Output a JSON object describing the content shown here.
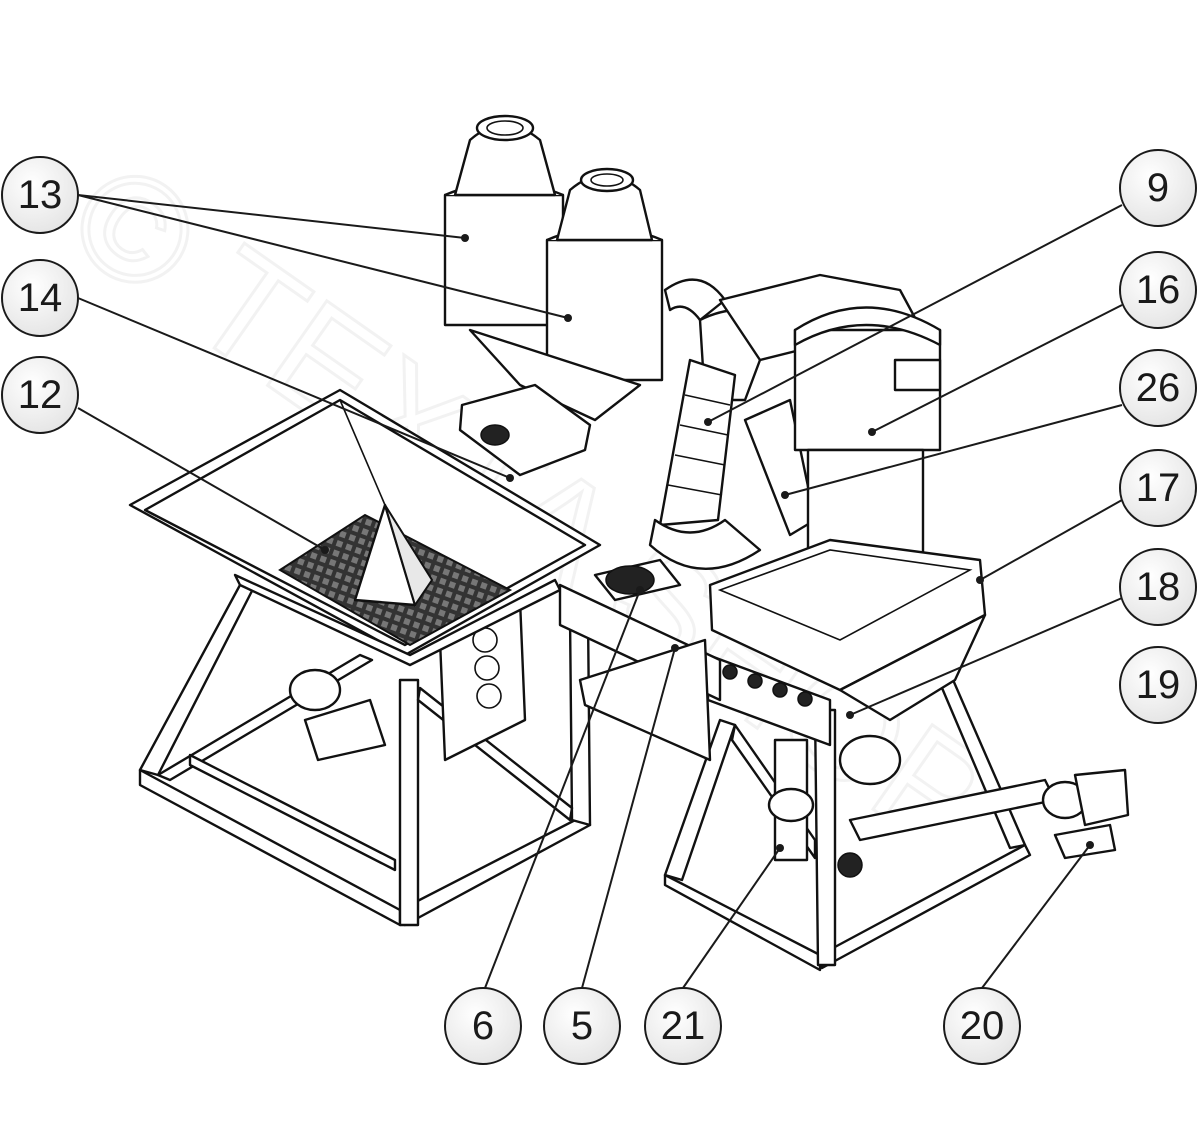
{
  "watermark": "© TEXTA SHOP",
  "callouts": [
    {
      "label": "13"
    },
    {
      "label": "14"
    },
    {
      "label": "12"
    },
    {
      "label": "9"
    },
    {
      "label": "16"
    },
    {
      "label": "26"
    },
    {
      "label": "17"
    },
    {
      "label": "18"
    },
    {
      "label": "19"
    },
    {
      "label": "6"
    },
    {
      "label": "5"
    },
    {
      "label": "21"
    },
    {
      "label": "20"
    }
  ]
}
